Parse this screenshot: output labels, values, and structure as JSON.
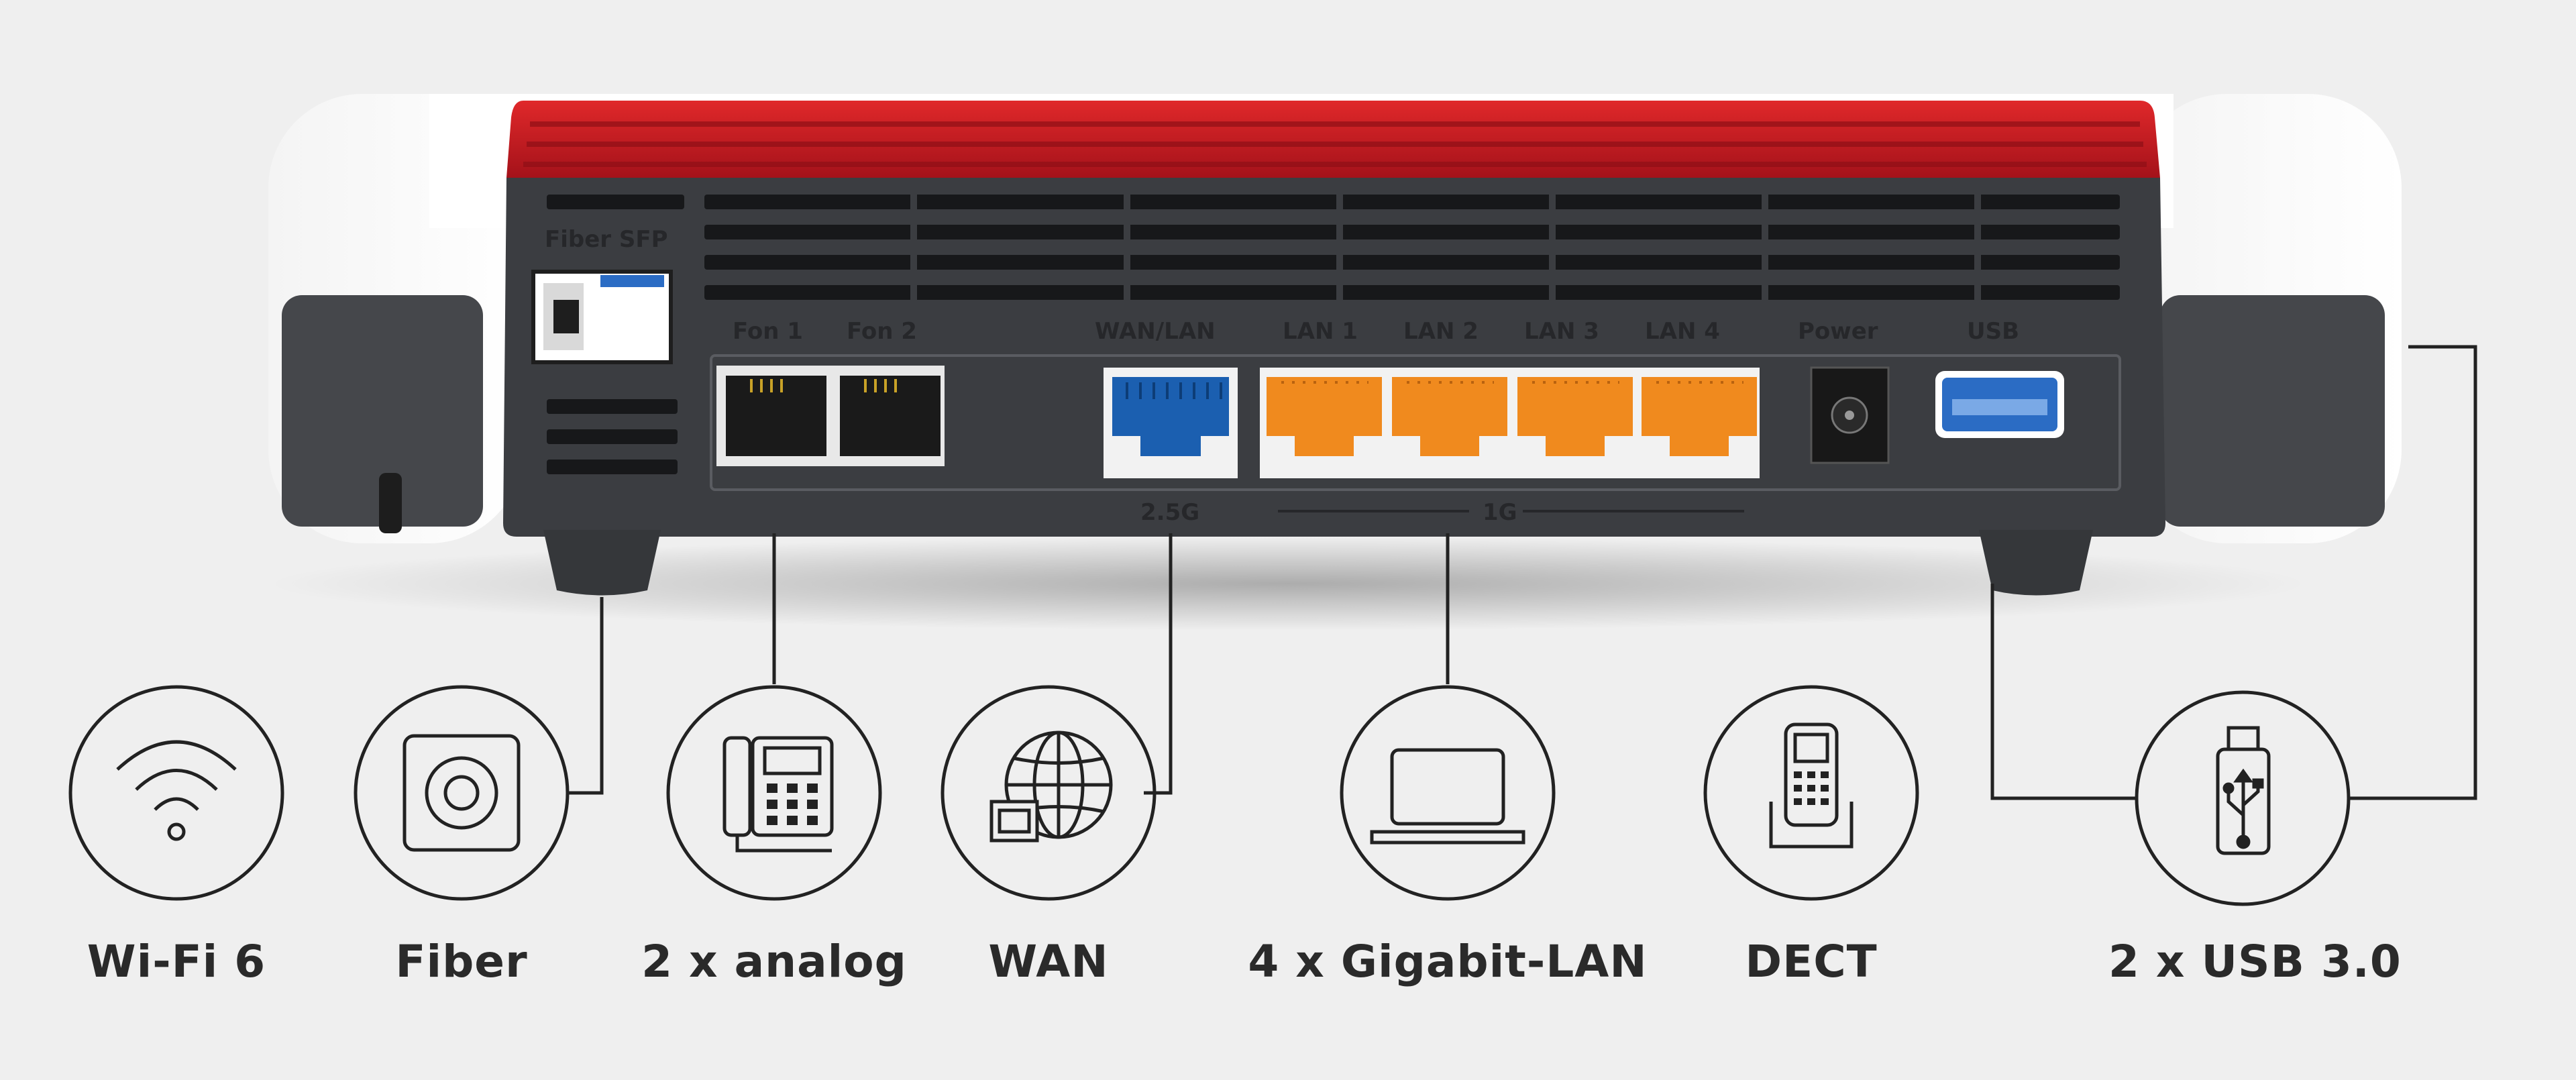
{
  "device": {
    "port_labels": {
      "fiber_sfp": "Fiber SFP",
      "fon1": "Fon 1",
      "fon2": "Fon 2",
      "wan_lan": "WAN/LAN",
      "lan1": "LAN 1",
      "lan2": "LAN 2",
      "lan3": "LAN 3",
      "lan4": "LAN 4",
      "power": "Power",
      "usb": "USB",
      "wan_speed": "2.5G",
      "lan_speed": "1G"
    }
  },
  "features": [
    {
      "label": "Wi-Fi 6",
      "icon": "wifi-icon"
    },
    {
      "label": "Fiber",
      "icon": "fiber-port-icon"
    },
    {
      "label": "2 x analog",
      "icon": "telephone-icon"
    },
    {
      "label": "WAN",
      "icon": "globe-icon"
    },
    {
      "label": "4 x Gigabit-LAN",
      "icon": "laptop-icon"
    },
    {
      "label": "DECT",
      "icon": "cordless-phone-icon"
    },
    {
      "label": "2 x USB 3.0",
      "icon": "usb-stick-icon"
    }
  ],
  "colors": {
    "background": "#efefef",
    "router_red": "#c81a1c",
    "panel_dark": "#3b3d41",
    "lan_orange": "#f08a1e",
    "wan_blue": "#1b5fb0",
    "usb_blue": "#2b6cc4",
    "line": "#222222"
  }
}
